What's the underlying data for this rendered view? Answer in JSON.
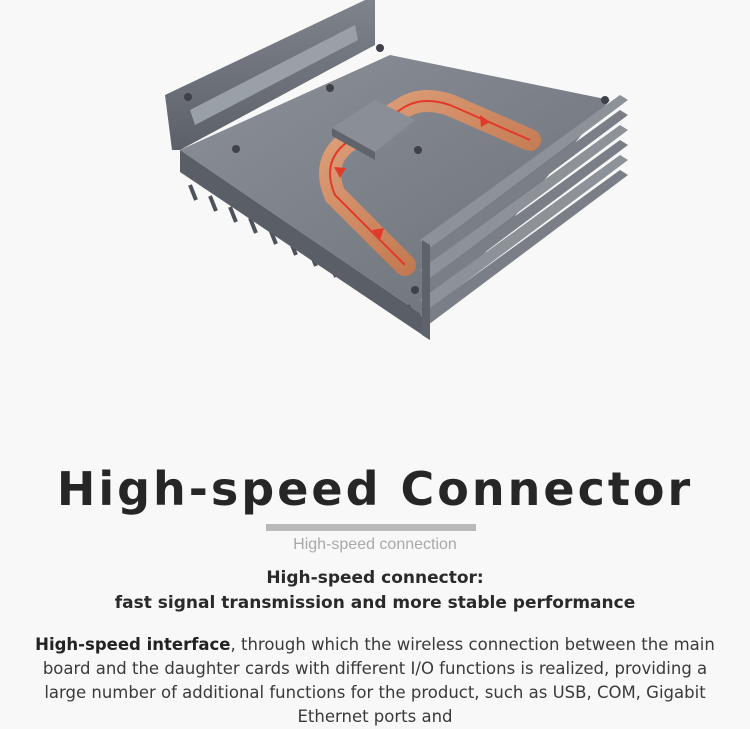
{
  "section": {
    "title": "High-speed Connector",
    "subtitle": "High-speed connection",
    "headline_line1": "High-speed connector:",
    "headline_line2": "fast signal transmission and more stable performance",
    "body_bold": "High-speed interface",
    "body_rest": ", through which the wireless connection between the main board and the daughter cards with different I/O functions is realized, providing a large number of additional functions for the product, such as USB, COM, Gigabit Ethernet ports and"
  },
  "colors": {
    "background": "#f8f8f8",
    "title": "#262626",
    "divider": "#b9b9b9",
    "subtitle": "#a9a9a9",
    "chassis": "#6b7078",
    "copper": "#c9825a",
    "arrow": "#e23a2a"
  },
  "image": {
    "subject": "heat-sink-chassis-with-copper-heat-pipe"
  }
}
